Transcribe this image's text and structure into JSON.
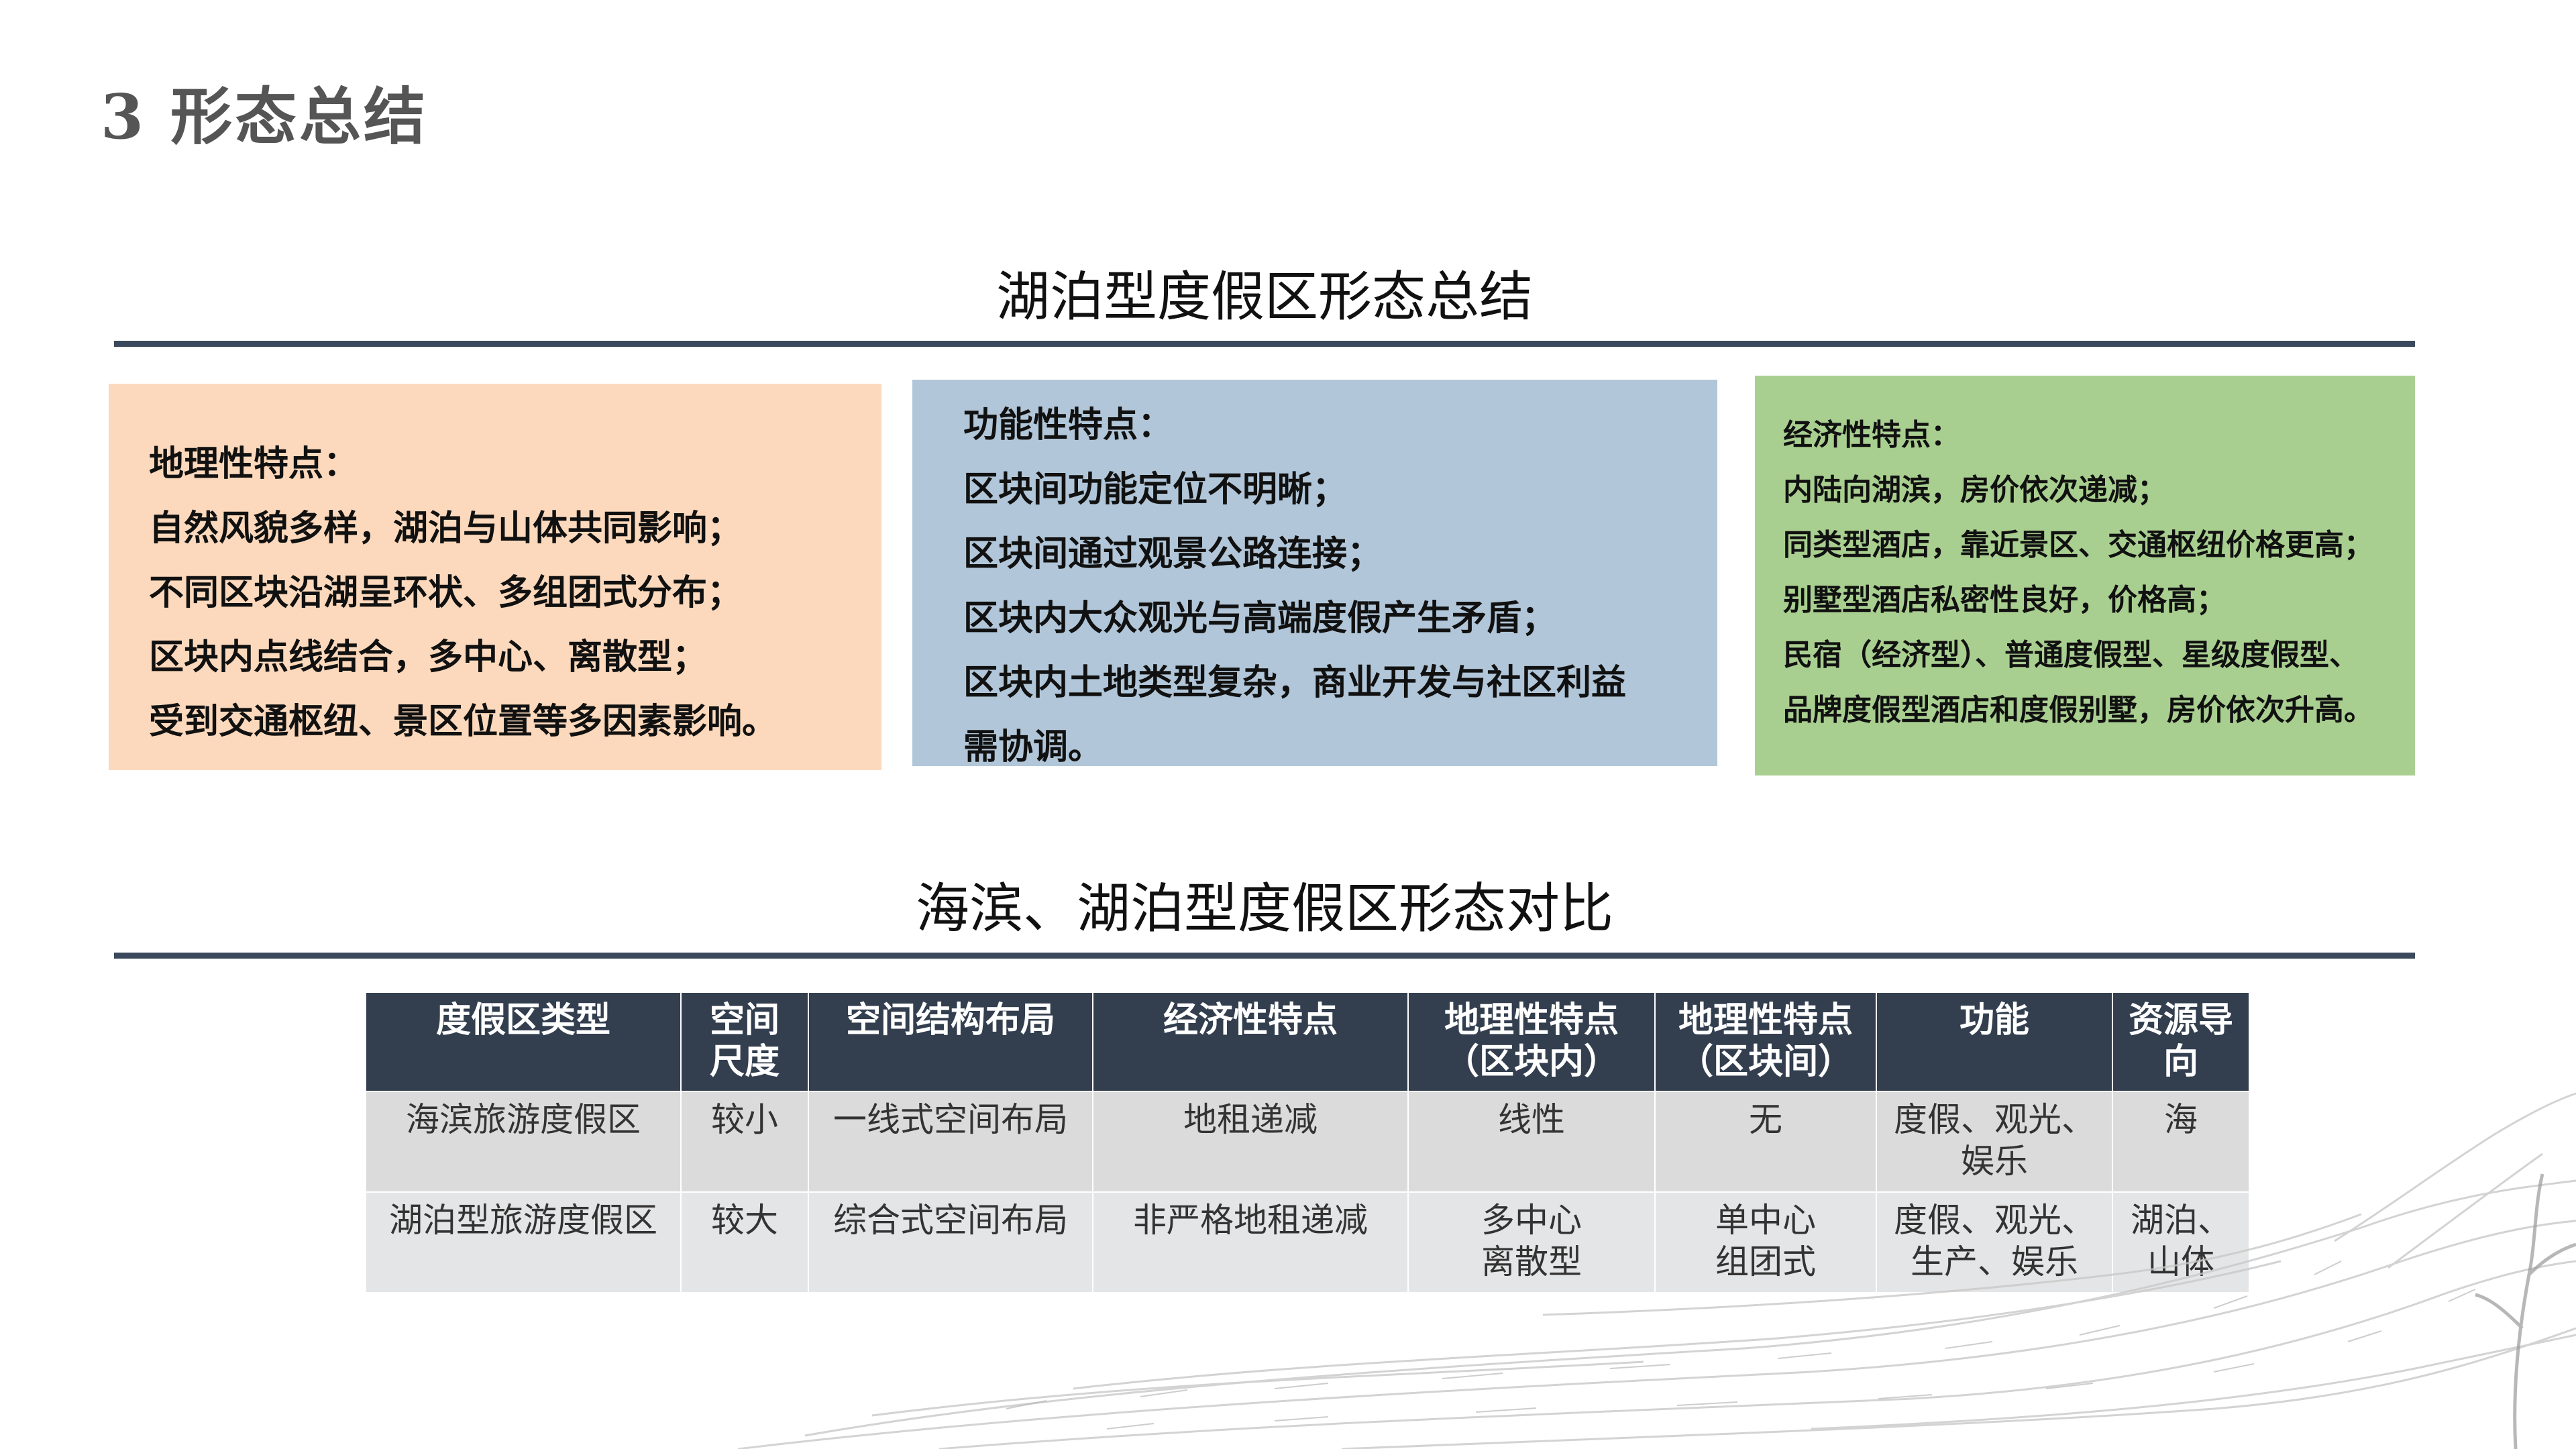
{
  "page": {
    "title": "3 形态总结"
  },
  "section1": {
    "heading": "湖泊型度假区形态总结",
    "cards": [
      {
        "title": "地理性特点：",
        "lines": [
          "自然风貌多样，湖泊与山体共同影响；",
          "不同区块沿湖呈环状、多组团式分布；",
          "区块内点线结合，多中心、离散型；",
          "受到交通枢纽、景区位置等多因素影响。"
        ],
        "color": "#fcd9bc"
      },
      {
        "title": "功能性特点：",
        "lines": [
          "区块间功能定位不明晰；",
          "区块间通过观景公路连接；",
          "区块内大众观光与高端度假产生矛盾；",
          "区块内土地类型复杂，商业开发与社区利益",
          "需协调。"
        ],
        "color": "#b1c6d8"
      },
      {
        "title": "经济性特点：",
        "lines": [
          "内陆向湖滨，房价依次递减；",
          "同类型酒店，靠近景区、交通枢纽价格更高；",
          "别墅型酒店私密性良好，价格高；",
          "民宿（经济型）、普通度假型、星级度假型、",
          "品牌度假型酒店和度假别墅，房价依次升高。"
        ],
        "color": "#a9cf90"
      }
    ]
  },
  "section2": {
    "heading": "海滨、湖泊型度假区形态对比"
  },
  "table": {
    "header_bg": "#333f4f",
    "headers": [
      [
        "度假区类型"
      ],
      [
        "空间",
        "尺度"
      ],
      [
        "空间结构布局"
      ],
      [
        "经济性特点"
      ],
      [
        "地理性特点",
        "（区块内）"
      ],
      [
        "地理性特点",
        "（区块间）"
      ],
      [
        "功能"
      ],
      [
        "资源导",
        "向"
      ]
    ],
    "rows": [
      [
        [
          "海滨旅游度假区"
        ],
        [
          "较小"
        ],
        [
          "一线式空间布局"
        ],
        [
          "地租递减"
        ],
        [
          "线性"
        ],
        [
          "无"
        ],
        [
          "度假、观光、",
          "娱乐"
        ],
        [
          "海"
        ]
      ],
      [
        [
          "湖泊型旅游度假区"
        ],
        [
          "较大"
        ],
        [
          "综合式空间布局"
        ],
        [
          "非严格地租递减"
        ],
        [
          "多中心",
          "离散型"
        ],
        [
          "单中心",
          "组团式"
        ],
        [
          "度假、观光、",
          "生产、娱乐"
        ],
        [
          "湖泊、",
          "山体"
        ]
      ]
    ]
  }
}
